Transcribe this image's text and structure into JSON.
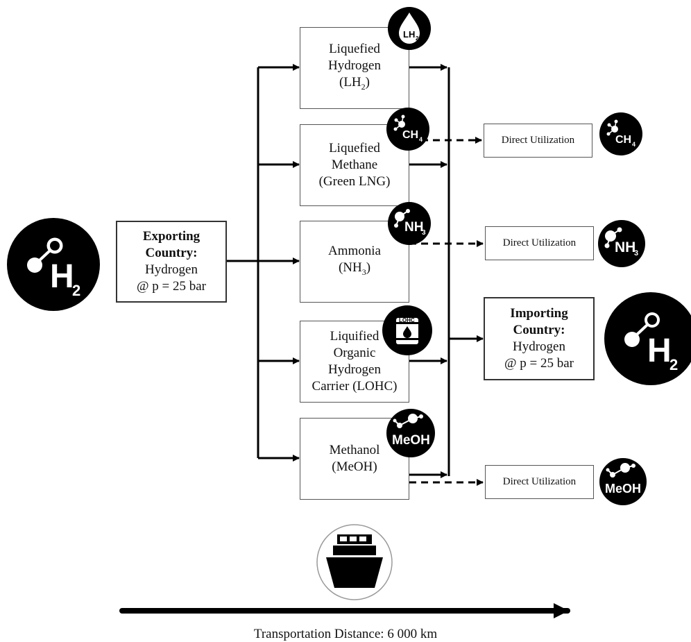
{
  "exporter": {
    "title": "Exporting Country:",
    "line1": "Hydrogen",
    "line2": "@ p = 25 bar",
    "icon": "hydrogen-molecule-icon",
    "icon_text": "H",
    "icon_sub": "2"
  },
  "importer": {
    "title": "Importing Country:",
    "line1": "Hydrogen",
    "line2": "@ p = 25 bar",
    "icon": "hydrogen-molecule-icon",
    "icon_text": "H",
    "icon_sub": "2"
  },
  "carriers": [
    {
      "line1": "Liquefied",
      "line2": "Hydrogen",
      "line3": "(LH",
      "sub": "2",
      "tail": ")",
      "icon": "droplet-lh2-icon",
      "icon_text": "LH",
      "icon_sub": "2"
    },
    {
      "line1": "Liquefied",
      "line2": "Methane",
      "line3": "(Green LNG)",
      "icon": "methane-molecule-icon",
      "icon_text": "CH",
      "icon_sub": "4"
    },
    {
      "line1": "Ammonia",
      "line2": "(NH",
      "sub": "3",
      "tail": ")",
      "icon": "ammonia-molecule-icon",
      "icon_text": "NH",
      "icon_sub": "3"
    },
    {
      "line1": "Liquified",
      "line2": "Organic",
      "line3": "Hydrogen",
      "line4": "Carrier (LOHC)",
      "icon": "lohc-barrel-icon",
      "icon_text": "LOHC"
    },
    {
      "line1": "Methanol",
      "line2": "(MeOH)",
      "icon": "methanol-molecule-icon",
      "icon_text": "MeOH"
    }
  ],
  "direct_utilization": [
    {
      "label": "Direct Utilization",
      "icon": "methane-molecule-icon",
      "icon_text": "CH",
      "icon_sub": "4"
    },
    {
      "label": "Direct Utilization",
      "icon": "ammonia-molecule-icon",
      "icon_text": "NH",
      "icon_sub": "3"
    },
    {
      "label": "Direct Utilization",
      "icon": "methanol-molecule-icon",
      "icon_text": "MeOH"
    }
  ],
  "transport": {
    "icon": "ship-icon",
    "caption": "Transportation Distance: 6 000 km"
  }
}
